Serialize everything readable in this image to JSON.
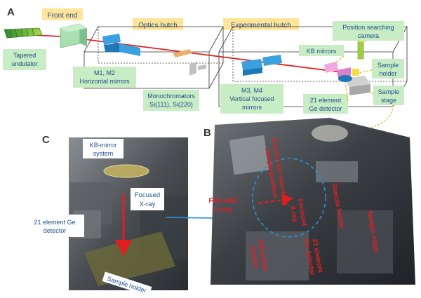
{
  "panels": {
    "a": "A",
    "b": "B",
    "c": "C"
  },
  "stations": {
    "front_end": "Front end",
    "optics_hutch": "Optics hutch",
    "experimental_hutch": "Experimental hutch"
  },
  "labels_a": {
    "tapered_undulator": [
      "Tapered",
      "undulator"
    ],
    "m1m2": [
      "M1, M2",
      "Horizontal mirrors"
    ],
    "monochromators": [
      "Monochromators",
      "Si(111), Si(220)"
    ],
    "m3m4": [
      "M3, M4",
      "Vertical focused",
      "mirrors"
    ],
    "kb_mirrors": "KB mirrors",
    "position_camera": [
      "Position searching",
      "camera"
    ],
    "sample_holder": [
      "Sample",
      "holder"
    ],
    "ge_detector": [
      "21 element",
      "Ge detector"
    ],
    "sample_stage": [
      "Sample",
      "stage"
    ]
  },
  "labels_b": {
    "focused_xray": [
      "Focused",
      "X-ray"
    ],
    "camera_rot": [
      "Camera for searching",
      "sample position"
    ],
    "focused_xray_rot": [
      "Focused",
      "X-ray"
    ],
    "sample_holder_rot": "Sample holder",
    "sample_stage_rot": "Sample stage",
    "kb_system_rot": [
      "KB-mirror",
      "system"
    ],
    "ge_detector_rot": [
      "21 element",
      "Ge detector"
    ]
  },
  "labels_c": {
    "kb_system": [
      "KB-mirror",
      "system"
    ],
    "focused_xray": [
      "Focused",
      "X-ray"
    ],
    "ge_detector": [
      "21 element Ge",
      "detector"
    ],
    "sample_holder": "Sample holder"
  },
  "colors": {
    "beam": "#e02020",
    "label_green_fill": "#c8ecc4",
    "label_green_text": "#1f4e8c",
    "station_fill": "#ffe49a",
    "mirror_blue": "#3aa0e0",
    "leader_orange": "#f0b020",
    "photo_red_text": "#e02020",
    "link_blue": "#2a8fd8"
  }
}
